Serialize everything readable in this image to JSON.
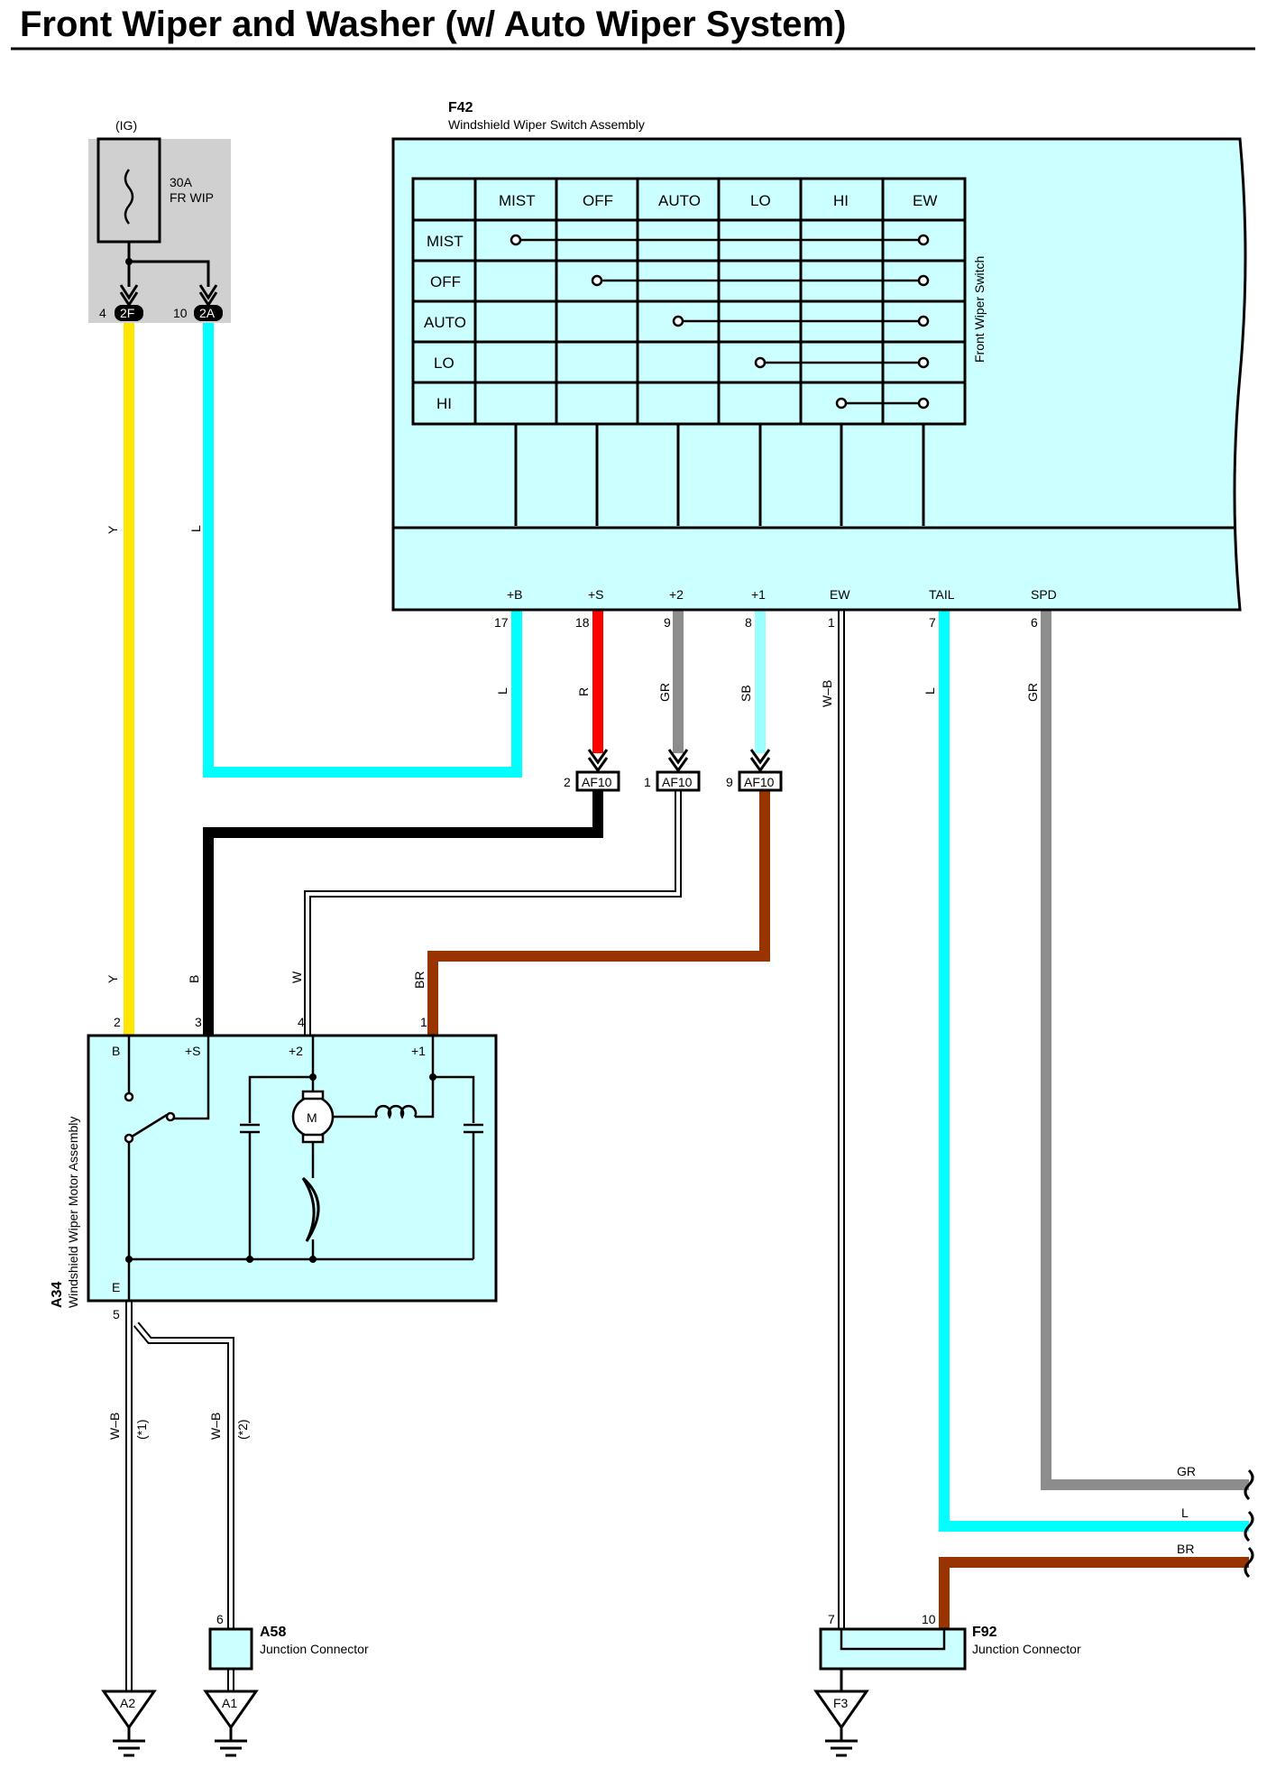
{
  "title": "Front Wiper and Washer (w/ Auto Wiper System)",
  "fuse": {
    "source": "(IG)",
    "rating": "30A",
    "name": "FR WIP",
    "pin_2f": "4",
    "conn_2f": "2F",
    "pin_2a": "10",
    "conn_2a": "2A"
  },
  "f42": {
    "code": "F42",
    "name": "Windshield Wiper Switch Assembly",
    "side_label": "Front Wiper Switch",
    "columns": [
      "MIST",
      "OFF",
      "AUTO",
      "LO",
      "HI",
      "EW"
    ],
    "rows": [
      "MIST",
      "OFF",
      "AUTO",
      "LO",
      "HI"
    ],
    "terminals": [
      "+B",
      "+S",
      "+2",
      "+1",
      "EW",
      "TAIL",
      "SPD"
    ],
    "pins": [
      "17",
      "18",
      "9",
      "8",
      "1",
      "7",
      "6"
    ]
  },
  "wires": {
    "y_top": "Y",
    "l_top": "L",
    "l_bplus": "L",
    "r_s": "R",
    "gr_2": "GR",
    "sb_1": "SB",
    "wb_ew": "W–B",
    "l_tail": "L",
    "gr_spd": "GR",
    "y_bot": "Y",
    "b_bot": "B",
    "w_bot": "W",
    "br_bot": "BR",
    "wb_1": "W–B",
    "note_1": "(*1)",
    "wb_2": "W–B",
    "note_2": "(*2)",
    "gr_right": "GR",
    "l_right": "L",
    "br_right": "BR"
  },
  "af10": {
    "name": "AF10",
    "pins": [
      "2",
      "1",
      "9"
    ]
  },
  "a34": {
    "code": "A34",
    "name": "Windshield Wiper Motor Assembly",
    "pins": [
      "2",
      "3",
      "4",
      "1"
    ],
    "terminals": [
      "B",
      "+S",
      "+2",
      "+1"
    ],
    "ground_pin": "5",
    "ground_term": "E",
    "motor": "M"
  },
  "a58": {
    "code": "A58",
    "name": "Junction Connector",
    "pin": "6"
  },
  "f92": {
    "code": "F92",
    "name": "Junction Connector",
    "pins": [
      "7",
      "10"
    ]
  },
  "grounds": [
    "A2",
    "A1",
    "F3"
  ],
  "colors": {
    "yellow": "#ffe600",
    "cyan": "#00ffff",
    "red": "#ff0000",
    "gray": "#8c8c8c",
    "sky": "#99ffff",
    "brown": "#993300",
    "black": "#000000",
    "box": "#ccffff"
  }
}
